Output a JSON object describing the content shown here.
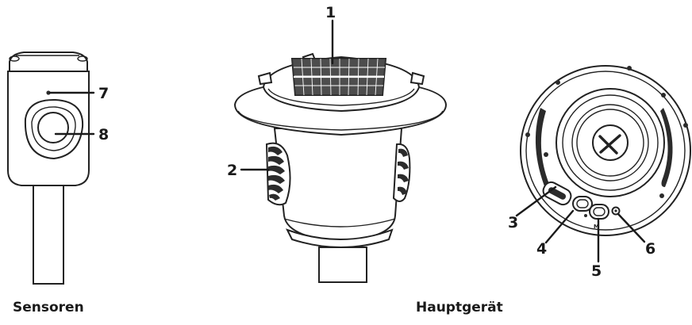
{
  "captions": {
    "sensors": "Sensoren",
    "main_unit": "Hauptgerät"
  },
  "callouts": {
    "c1": "1",
    "c2": "2",
    "c3": "3",
    "c4": "4",
    "c5": "5",
    "c6": "6",
    "c7": "7",
    "c8": "8"
  },
  "icons": [
    "sensor-device-icon",
    "main-unit-side-icon",
    "main-unit-bottom-icon",
    "solar-panel-icon"
  ]
}
